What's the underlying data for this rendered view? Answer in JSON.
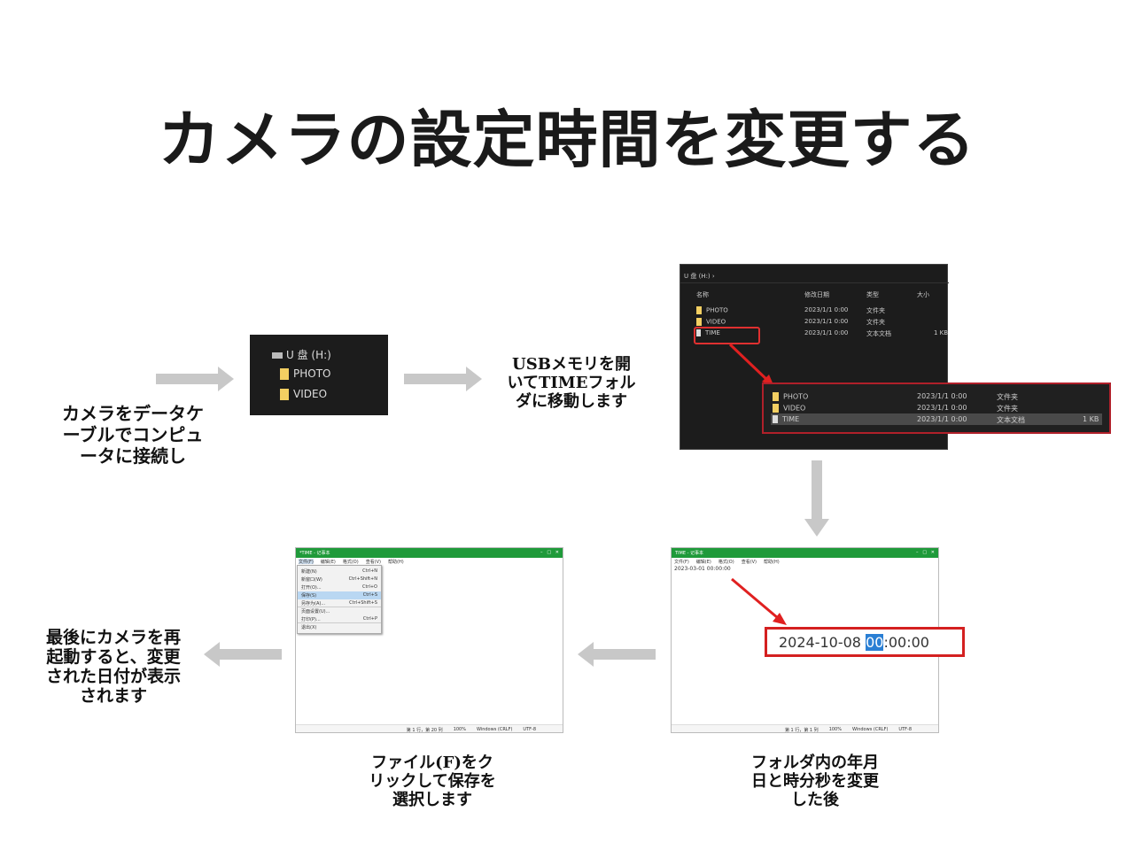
{
  "title": "カメラの設定時間を変更する",
  "steps": {
    "connect": "カメラをデータケ\nーブルでコンピュ\nータに接続し",
    "open_usb": "USBメモリを開\nいてTIMEフォル\nダに移動します",
    "edit": "フォルダ内の年月\n日と時分秒を変更\nした後",
    "save": "ファイル(F)をク\nリックして保存を\n選択します",
    "restart": "最後にカメラを再\n起動すると、変更\nされた日付が表示\nされます"
  },
  "drive_panel": {
    "drive": "U 盘 (H:)",
    "folders": [
      "PHOTO",
      "VIDEO"
    ]
  },
  "explorer": {
    "path": "U 盘 (H:)  ›",
    "headers": [
      "名称",
      "修改日期",
      "类型",
      "大小"
    ],
    "rows": [
      {
        "name": "PHOTO",
        "date": "2023/1/1 0:00",
        "type": "文件夹",
        "size": ""
      },
      {
        "name": "VIDEO",
        "date": "2023/1/1 0:00",
        "type": "文件夹",
        "size": ""
      },
      {
        "name": "TIME",
        "date": "2023/1/1 0:00",
        "type": "文本文档",
        "size": "1 KB"
      }
    ]
  },
  "notepad_edit": {
    "title": "TIME - 记事本",
    "menu": [
      "文件(F)",
      "编辑(E)",
      "格式(O)",
      "查看(V)",
      "帮助(H)"
    ],
    "original_text": "2023-03-01 00:00:00",
    "new_date": "2024-10-08",
    "new_hour": "00",
    "new_rest": ":00:00",
    "status": [
      "第 1 行，第 1 列",
      "100%",
      "Windows (CRLF)",
      "UTF-8"
    ]
  },
  "notepad_save": {
    "title": "*TIME - 记事本",
    "menu": [
      "文件(F)",
      "编辑(E)",
      "格式(O)",
      "查看(V)",
      "帮助(H)"
    ],
    "file_menu": [
      {
        "label": "新建(N)",
        "shortcut": "Ctrl+N"
      },
      {
        "label": "新窗口(W)",
        "shortcut": "Ctrl+Shift+N"
      },
      {
        "label": "打开(O)...",
        "shortcut": "Ctrl+O"
      },
      {
        "label": "保存(S)",
        "shortcut": "Ctrl+S"
      },
      {
        "label": "另存为(A)...",
        "shortcut": "Ctrl+Shift+S"
      },
      {
        "label": "页面设置(U)...",
        "shortcut": ""
      },
      {
        "label": "打印(P)...",
        "shortcut": "Ctrl+P"
      },
      {
        "label": "退出(X)",
        "shortcut": ""
      }
    ],
    "status": [
      "第 1 行，第 20 列",
      "100%",
      "Windows (CRLF)",
      "UTF-8"
    ]
  },
  "colors": {
    "arrow": "#c8c8c8",
    "highlight": "#d42020",
    "notepad_bar": "#1f9a3a"
  }
}
